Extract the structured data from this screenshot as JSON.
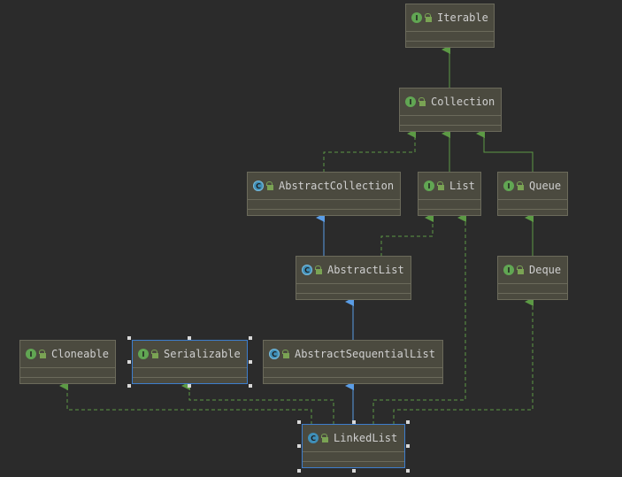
{
  "nodes": [
    {
      "id": "iterable",
      "label": "Iterable",
      "kind": "I",
      "kind_type": "interface"
    },
    {
      "id": "collection",
      "label": "Collection",
      "kind": "I",
      "kind_type": "interface"
    },
    {
      "id": "abstract-collection",
      "label": "AbstractCollection",
      "kind": "C",
      "kind_type": "abstract"
    },
    {
      "id": "list",
      "label": "List",
      "kind": "I",
      "kind_type": "interface"
    },
    {
      "id": "queue",
      "label": "Queue",
      "kind": "I",
      "kind_type": "interface"
    },
    {
      "id": "abstract-list",
      "label": "AbstractList",
      "kind": "C",
      "kind_type": "abstract"
    },
    {
      "id": "deque",
      "label": "Deque",
      "kind": "I",
      "kind_type": "interface"
    },
    {
      "id": "cloneable",
      "label": "Cloneable",
      "kind": "I",
      "kind_type": "interface"
    },
    {
      "id": "serializable",
      "label": "Serializable",
      "kind": "I",
      "kind_type": "interface",
      "selected": true
    },
    {
      "id": "abstract-sequential-list",
      "label": "AbstractSequentialList",
      "kind": "C",
      "kind_type": "abstract"
    },
    {
      "id": "linked-list",
      "label": "LinkedList",
      "kind": "C",
      "kind_type": "class",
      "selected": true
    }
  ],
  "edges": [
    {
      "from": "collection",
      "to": "iterable",
      "type": "extends"
    },
    {
      "from": "abstract-collection",
      "to": "collection",
      "type": "implements"
    },
    {
      "from": "list",
      "to": "collection",
      "type": "extends"
    },
    {
      "from": "queue",
      "to": "collection",
      "type": "extends"
    },
    {
      "from": "abstract-list",
      "to": "abstract-collection",
      "type": "class-extends"
    },
    {
      "from": "abstract-list",
      "to": "list",
      "type": "implements"
    },
    {
      "from": "deque",
      "to": "queue",
      "type": "extends"
    },
    {
      "from": "abstract-sequential-list",
      "to": "abstract-list",
      "type": "class-extends"
    },
    {
      "from": "linked-list",
      "to": "abstract-sequential-list",
      "type": "class-extends"
    },
    {
      "from": "linked-list",
      "to": "cloneable",
      "type": "implements"
    },
    {
      "from": "linked-list",
      "to": "serializable",
      "type": "implements"
    },
    {
      "from": "linked-list",
      "to": "list",
      "type": "implements"
    },
    {
      "from": "linked-list",
      "to": "deque",
      "type": "implements"
    }
  ],
  "colors": {
    "background": "#2b2b2b",
    "node_fill": "#4b4a3f",
    "interface_edge": "#5c9a45",
    "class_edge": "#5a9de6",
    "selection": "#3d7dcc"
  }
}
